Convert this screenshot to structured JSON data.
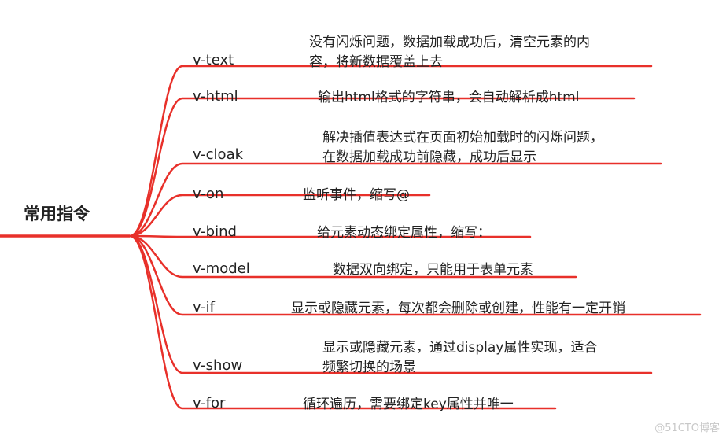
{
  "diagram": {
    "root": "常用指令",
    "line_color": "#e8302a",
    "branches": [
      {
        "label": "v-text",
        "desc": [
          "没有闪烁问题，数据加载成功后，清空元素的内",
          "容，将新数据覆盖上去"
        ]
      },
      {
        "label": "v-html",
        "desc": [
          "输出html格式的字符串，会自动解析成html"
        ]
      },
      {
        "label": "v-cloak",
        "desc": [
          "解决插值表达式在页面初始加载时的闪烁问题，",
          "在数据加载成功前隐藏，成功后显示"
        ]
      },
      {
        "label": "v-on",
        "desc": [
          "监听事件，缩写@"
        ]
      },
      {
        "label": "v-bind",
        "desc": [
          "给元素动态绑定属性，缩写："
        ]
      },
      {
        "label": "v-model",
        "desc": [
          "数据双向绑定，只能用于表单元素"
        ]
      },
      {
        "label": "v-if",
        "desc": [
          "显示或隐藏元素，每次都会删除或创建，性能有一定开销"
        ]
      },
      {
        "label": "v-show",
        "desc": [
          "显示或隐藏元素，通过display属性实现，适合",
          "频繁切换的场景"
        ]
      },
      {
        "label": "v-for",
        "desc": [
          "循环遍历，需要绑定key属性并唯一"
        ]
      }
    ]
  },
  "watermark": "@51CTO博客"
}
